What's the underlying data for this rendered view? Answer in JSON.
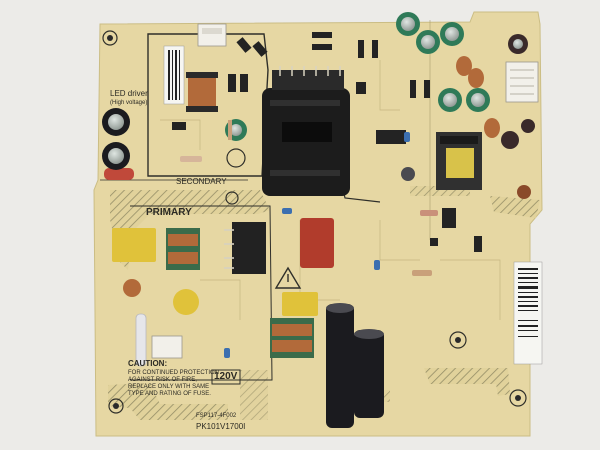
{
  "board": {
    "colors": {
      "background": "#ecebe8",
      "pcb": "#e6d7a3",
      "silkscreen": "#2f2f2a",
      "copper_hatch": "#8b8560",
      "transformer_core": "#1c1c1c",
      "yellow_cap": "#e0c23a",
      "red_cap": "#b13c2c",
      "electrolytic_green": "#2f7a58",
      "electrolytic_black": "#1b1b1f"
    },
    "labels": {
      "led_driver": "LED driver",
      "high_voltage": "(High voltage)",
      "secondary": "SECONDARY",
      "primary": "PRIMARY",
      "caution": "CAUTION:",
      "caution_lines": [
        "FOR CONTINUED PROTECTION",
        "AGAINST RISK OF FIRE,",
        "REPLACE ONLY WITH SAME",
        "TYPE AND RATING OF FUSE."
      ],
      "voltage": "120V",
      "model": "FSP117-4F002",
      "part": "PK101V1700I"
    }
  }
}
